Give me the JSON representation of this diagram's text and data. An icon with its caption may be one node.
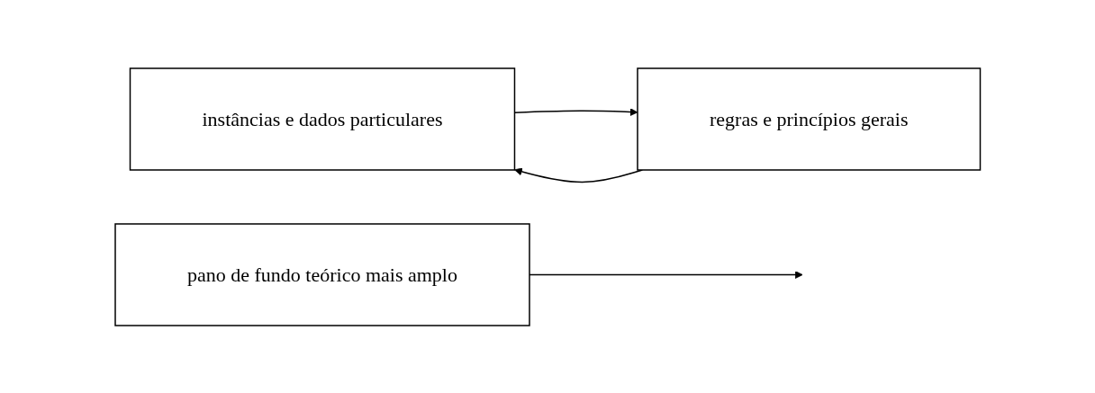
{
  "diagram": {
    "nodes": [
      {
        "text": [
          "instâncias e dados particulares"
        ]
      },
      {
        "text": [
          "regras e princípios gerais"
        ]
      },
      {
        "text": [
          "pano de fundo teórico mais amplo"
        ]
      }
    ],
    "edges": [
      {
        "from": 1,
        "to": 0,
        "arrow": "to"
      },
      {
        "from": 0,
        "to": 1,
        "arrow": "to"
      },
      {
        "from": 2,
        "to": null,
        "arrow": "to"
      }
    ]
  }
}
